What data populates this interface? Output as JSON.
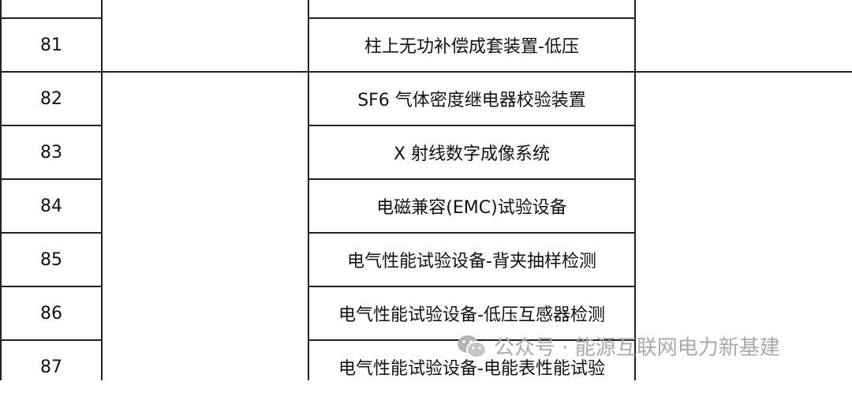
{
  "table": {
    "top_row_text": "",
    "rows": [
      {
        "no": "81",
        "name": "柱上无功补偿成套装置-低压"
      },
      {
        "no": "82",
        "name": "SF6 气体密度继电器校验装置"
      },
      {
        "no": "83",
        "name": "X 射线数字成像系统"
      },
      {
        "no": "84",
        "name": "电磁兼容(EMC)试验设备"
      },
      {
        "no": "85",
        "name": "电气性能试验设备-背夹抽样检测"
      },
      {
        "no": "86",
        "name": "电气性能试验设备-低压互感器检测"
      },
      {
        "no": "87",
        "name": "电气性能试验设备-电能表性能试验"
      }
    ]
  },
  "watermark": {
    "text": "公众号 · 能源互联网电力新基建",
    "icon": "wechat-icon"
  }
}
